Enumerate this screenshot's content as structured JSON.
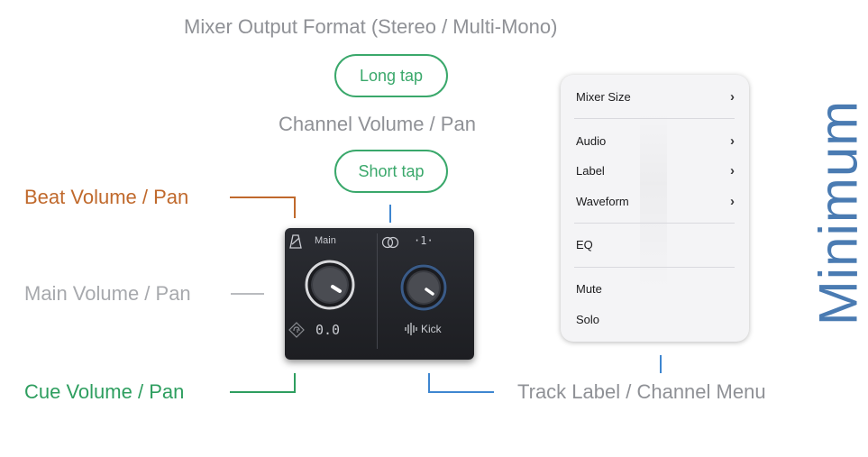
{
  "captions": {
    "output_format": "Mixer Output Format (Stereo / Multi-Mono)",
    "channel_volume": "Channel Volume / Pan",
    "beat_volume": "Beat Volume / Pan",
    "main_volume": "Main Volume / Pan",
    "cue_volume": "Cue Volume / Pan",
    "track_label": "Track Label / Channel Menu",
    "minimum": "Minimum"
  },
  "buttons": {
    "long_tap": "Long tap",
    "short_tap": "Short tap"
  },
  "mixer": {
    "main_label": "Main",
    "cue_value": "0.0",
    "channel_number": "·1·",
    "track_name": "Kick"
  },
  "menu": {
    "items": [
      {
        "label": "Mixer Size",
        "chevron": "›"
      },
      {
        "label": "Audio",
        "chevron": "›"
      },
      {
        "label": "Label",
        "chevron": "›"
      },
      {
        "label": "Waveform",
        "chevron": "›"
      },
      {
        "label": "EQ"
      },
      {
        "label": "Mute"
      },
      {
        "label": "Solo"
      }
    ]
  },
  "colors": {
    "beat": "#c0692c",
    "main": "#a7a9ad",
    "cue": "#2e9e5f",
    "track": "#3e86d0",
    "pill": "#3aa86b",
    "minimum": "#4a7bb2",
    "caption_gray": "#8f9196"
  },
  "icons": {
    "metronome": "metronome-icon",
    "stereo": "stereo-rings-icon",
    "cue": "headphone-cue-icon",
    "waveform": "waveform-icon"
  }
}
